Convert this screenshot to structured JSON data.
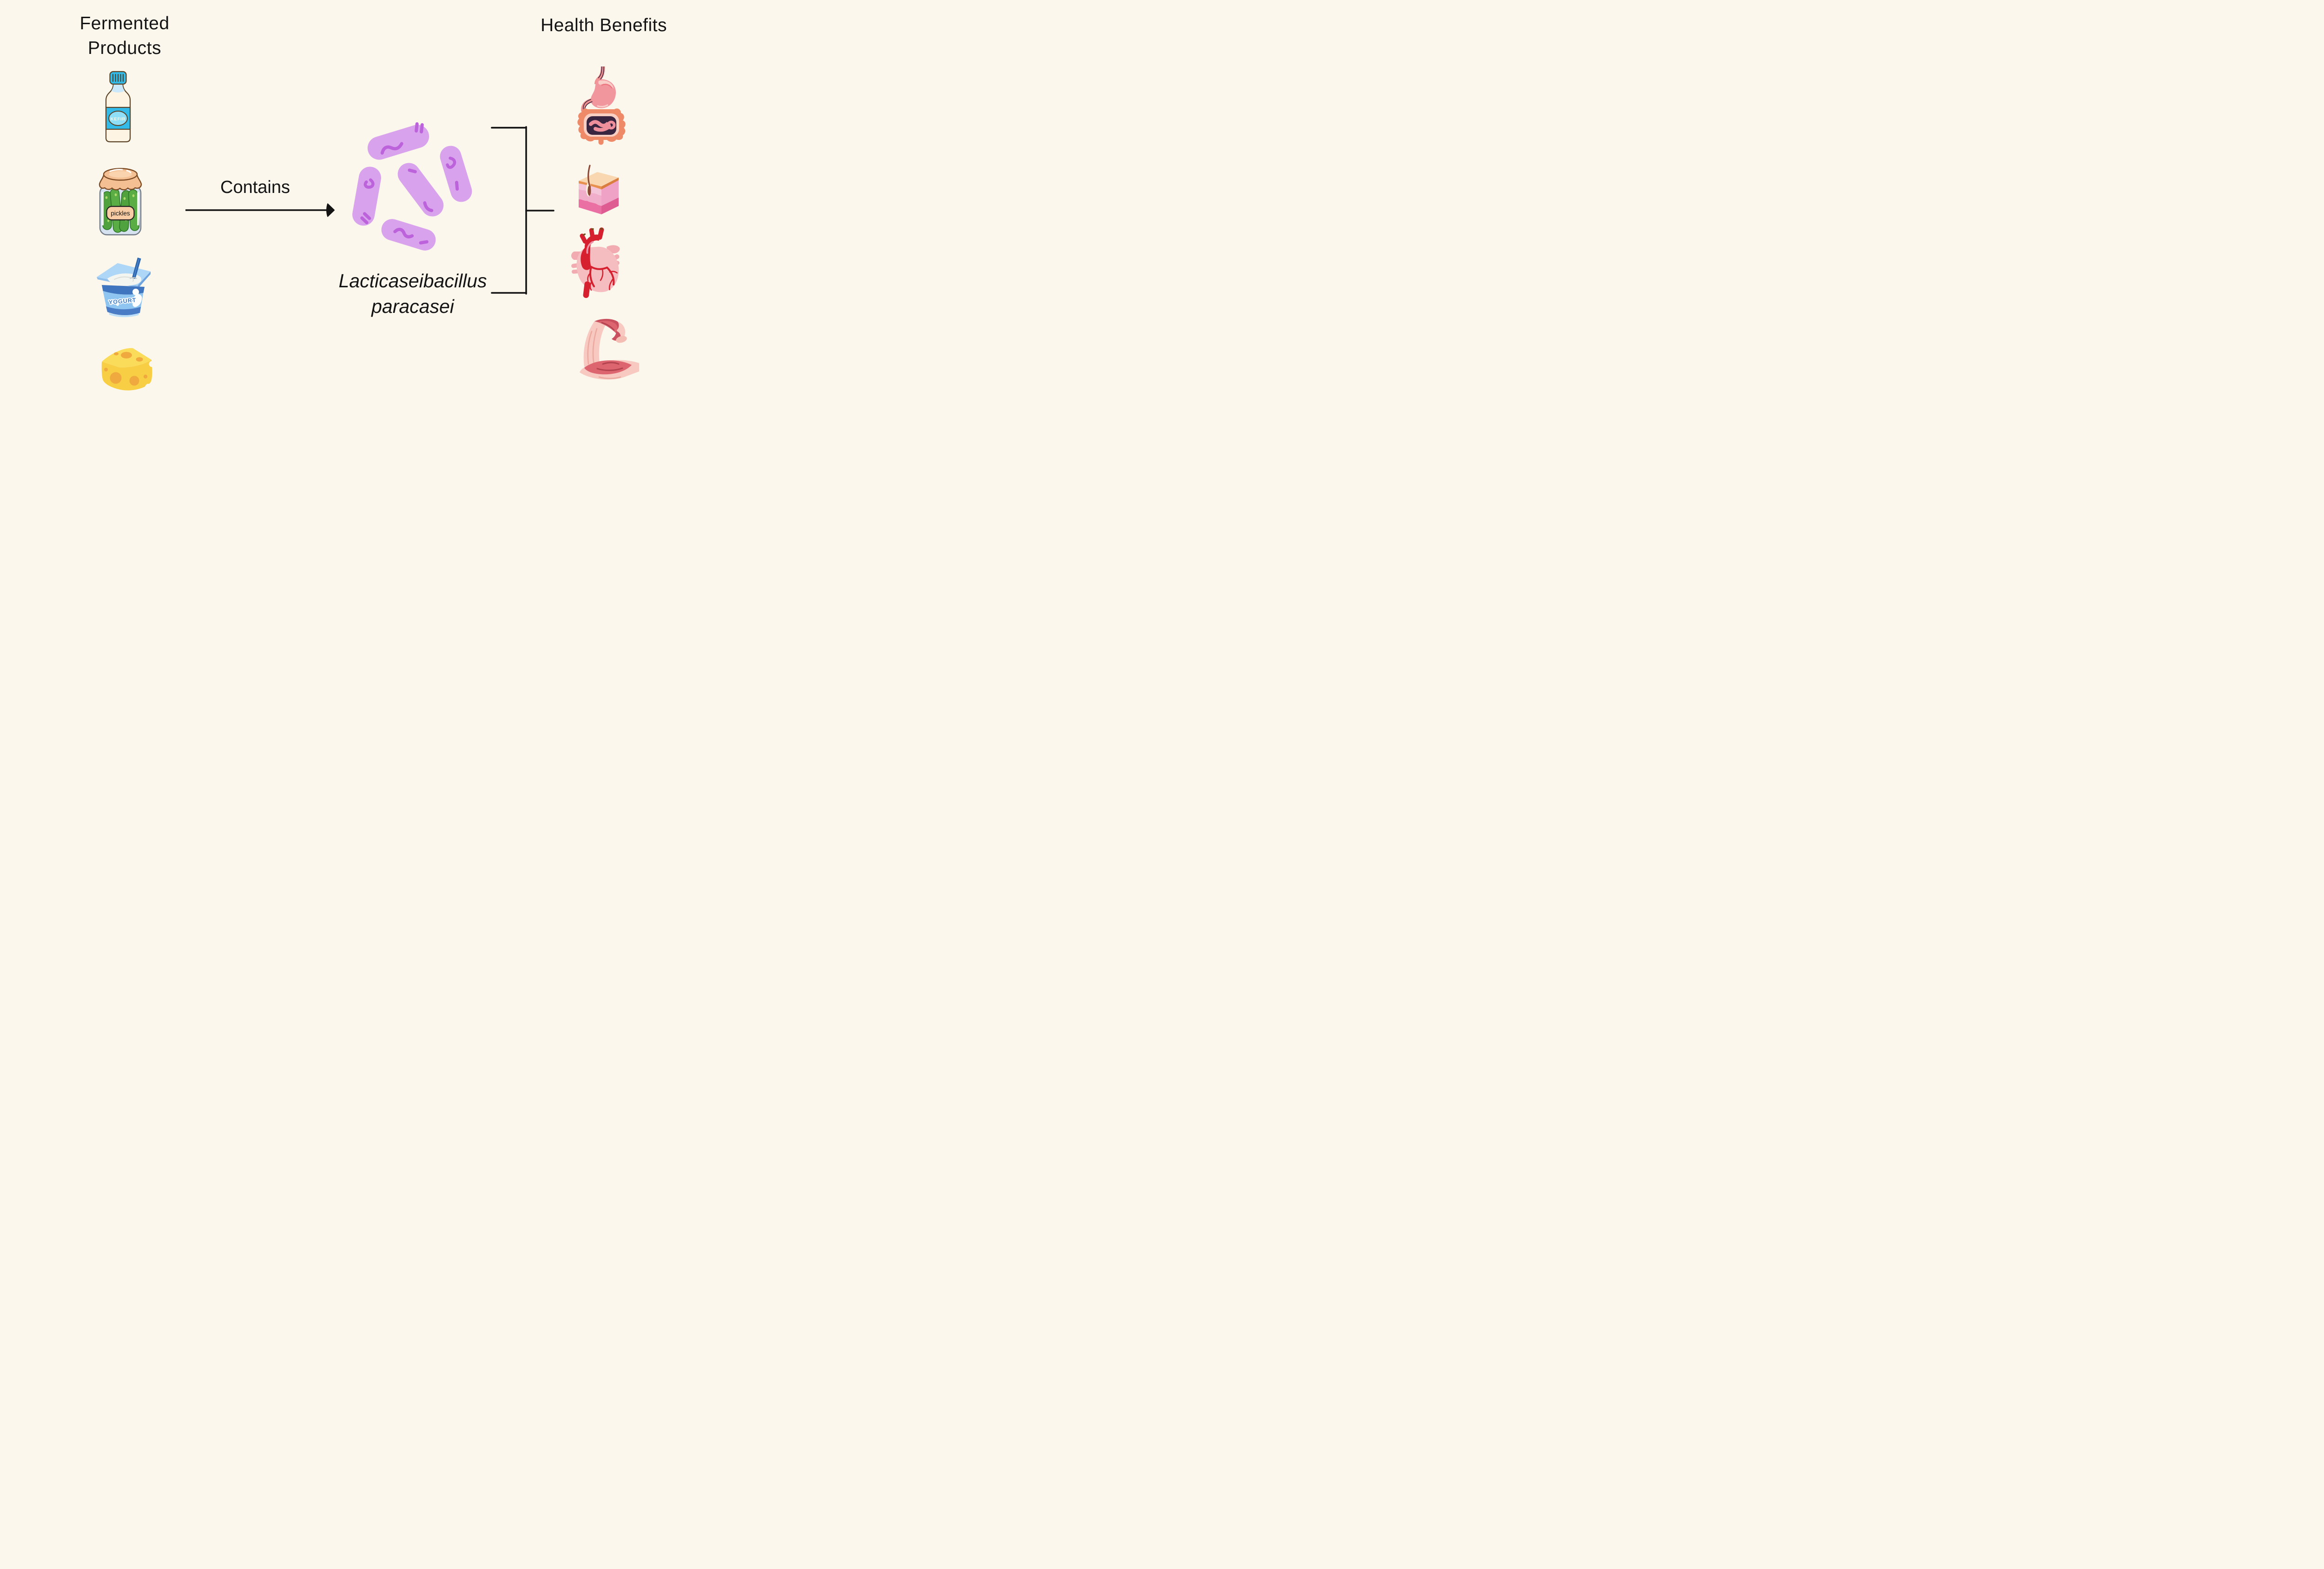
{
  "colors": {
    "background": "#FBF7EC",
    "text": "#141414",
    "connector": "#141414",
    "bacteria_body": "#D9A2EC",
    "bacteria_detail": "#BC63DC"
  },
  "fermented_products": {
    "title_line1": "Fermented",
    "title_line2": "Products",
    "items": [
      {
        "id": "kefir-bottle",
        "label": "KEFIR"
      },
      {
        "id": "pickles-jar",
        "label": "pickles"
      },
      {
        "id": "yogurt-cup",
        "label": "YOGURT"
      },
      {
        "id": "cheese-wedge"
      }
    ]
  },
  "relation": {
    "label": "Contains"
  },
  "organism": {
    "name_line1": "Lacticaseibacillus",
    "name_line2": "paracasei",
    "bacteria_count": 5
  },
  "health_benefits": {
    "title": "Health Benefits",
    "items": [
      {
        "id": "digestive-system"
      },
      {
        "id": "skin"
      },
      {
        "id": "heart"
      },
      {
        "id": "muscle"
      }
    ]
  }
}
